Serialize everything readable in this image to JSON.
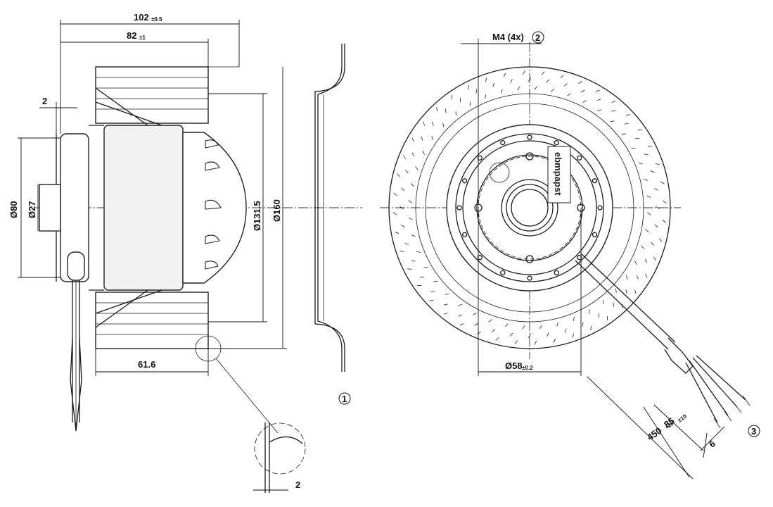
{
  "dimensions": {
    "overall_length": "102",
    "overall_length_tol": "±0.5",
    "rotor_length": "82",
    "rotor_length_tol": "±1",
    "flange_offset": "2",
    "dia_80": "Ø80",
    "dia_27": "Ø27",
    "dia_131": "Ø131.5",
    "dia_160": "Ø160",
    "impeller_length": "61.6",
    "detail_thickness": "2",
    "thread": "M4 (4x)",
    "bolt_circle": "Ø58",
    "bolt_circle_tol": "±0.2",
    "lead_length_85": "85",
    "lead_length_85_tol": "±10",
    "lead_length_450": "450",
    "lead_length_450_tol": "+20",
    "strip_length": "6"
  },
  "callouts": {
    "one": "1",
    "two": "2",
    "three": "3"
  },
  "label": {
    "brand": "ebmpapst"
  }
}
